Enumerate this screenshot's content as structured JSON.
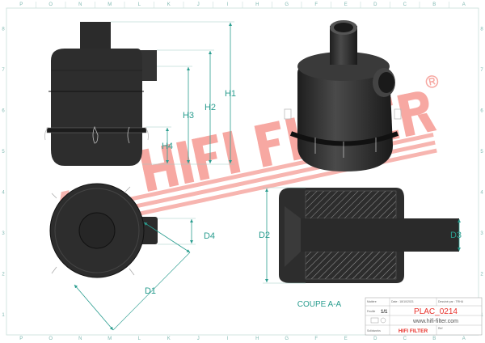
{
  "border": {
    "columns": [
      "P",
      "O",
      "N",
      "M",
      "L",
      "K",
      "J",
      "I",
      "H",
      "G",
      "F",
      "E",
      "D",
      "C",
      "B",
      "A"
    ],
    "rows": [
      "8",
      "7",
      "6",
      "5",
      "4",
      "3",
      "2",
      "1"
    ]
  },
  "dimensions": {
    "h1": "H1",
    "h2": "H2",
    "h3": "H3",
    "h4": "H4",
    "d1": "D1",
    "d2": "D2",
    "d3": "D3",
    "d4": "D4"
  },
  "section_label": "COUPE A-A",
  "watermark": {
    "text": "HIFI FILTER",
    "registered": "®"
  },
  "title_block": {
    "material_label": "Matière",
    "date_label": "Date : 18/10/2021",
    "drawn_by_label": "Dessiné par : TRHU",
    "sheet_label": "Feuille",
    "sheet_value": "1/1",
    "drawing_number": "PLAC_0214",
    "website": "www.hifi-filter.com",
    "software": "Solidworks",
    "brand": "HIFI FILTER",
    "ref_label": "Ref"
  },
  "colors": {
    "dimension": "#2a9d8f",
    "brand_red": "#e8302a",
    "watermark": "#f7b5b0",
    "part": "#2b2b2b",
    "border": "#9fc9c4"
  }
}
